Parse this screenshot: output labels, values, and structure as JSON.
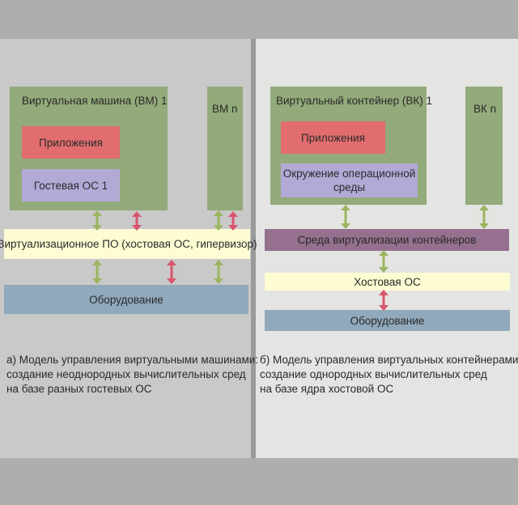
{
  "colors": {
    "vm_box": "#93aa7a",
    "apps": "#e16d6f",
    "guest_os": "#b3a9d6",
    "virtualization_layer": "#fdfcd3",
    "hardware": "#90a9bc",
    "container_layer": "#95708f",
    "green_arrow": "#9bb55f",
    "red_arrow": "#d8566d"
  },
  "left": {
    "vm1_title": "Виртуальная машина (ВМ) 1",
    "apps": "Приложения",
    "guest_os": "Гостевая ОС 1",
    "vmn_title": "ВМ n",
    "hypervisor": "Виртуализационное ПО (хостовая ОС, гипервизор)",
    "hardware": "Оборудование",
    "caption": [
      "а) Модель управления виртуальными машинами:",
      "создание неоднородных вычислительных сред",
      "на базе разных гостевых ОС"
    ]
  },
  "right": {
    "vc1_title": "Виртуальный контейнер (ВК) 1",
    "apps": "Приложения",
    "env_line1": "Окружение операционной",
    "env_line2": "среды",
    "vcn_title": "ВК n",
    "container_env": "Среда виртуализации контейнеров",
    "host_os": "Хостовая ОС",
    "hardware": "Оборудование",
    "caption": [
      "б) Модель управления виртуальных контейнерами:",
      "создание однородных вычислительных сред",
      "на базе ядра хостовой ОС"
    ]
  }
}
